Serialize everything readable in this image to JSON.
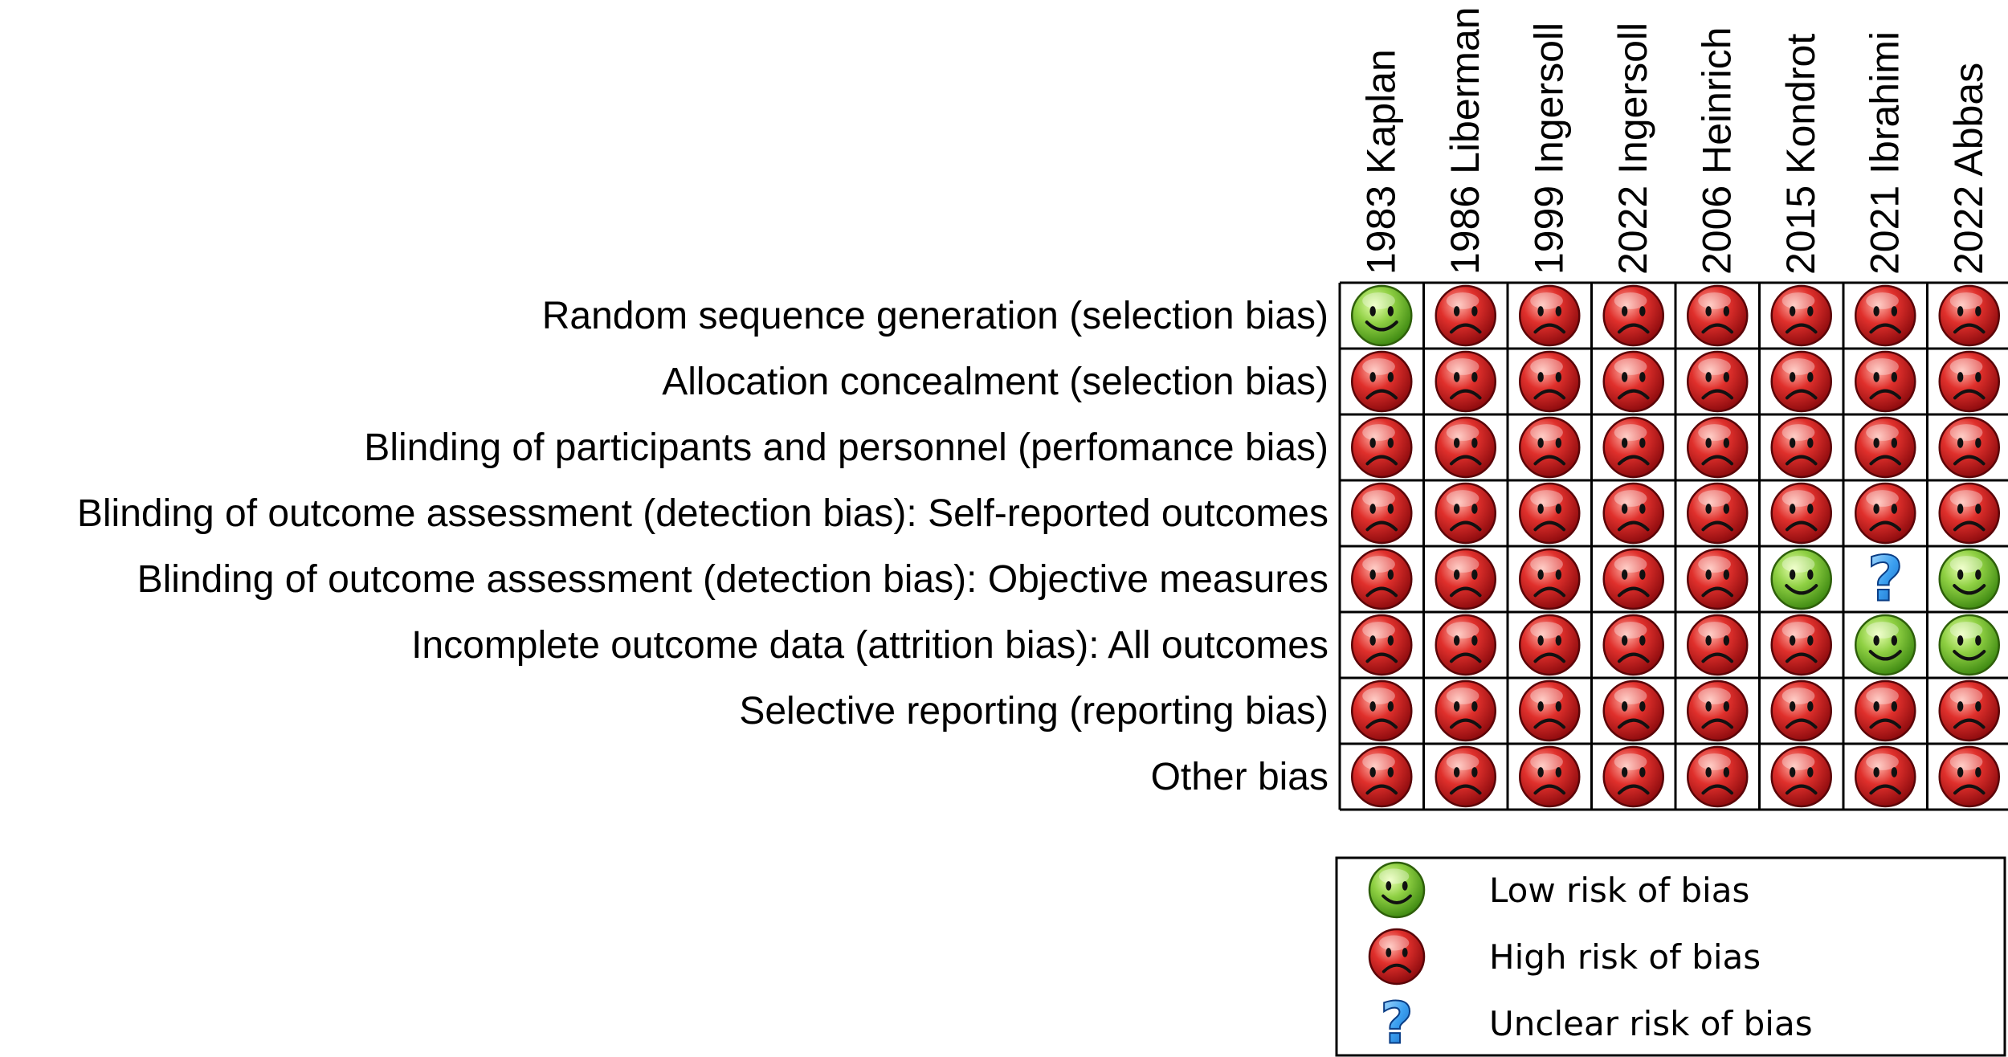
{
  "chart_data": {
    "type": "table",
    "columns": [
      "1983 Kaplan",
      "1986 Liberman",
      "1999 Ingersoll",
      "2022 Ingersoll",
      "2006 Heinrich",
      "2015 Kondrot",
      "2021 Ibrahimi",
      "2022 Abbas"
    ],
    "rows": [
      {
        "label": "Random sequence generation (selection bias)",
        "values": [
          "low",
          "high",
          "high",
          "high",
          "high",
          "high",
          "high",
          "high"
        ]
      },
      {
        "label": "Allocation concealment (selection bias)",
        "values": [
          "high",
          "high",
          "high",
          "high",
          "high",
          "high",
          "high",
          "high"
        ]
      },
      {
        "label": "Blinding of participants and personnel (perfomance bias)",
        "values": [
          "high",
          "high",
          "high",
          "high",
          "high",
          "high",
          "high",
          "high"
        ]
      },
      {
        "label": "Blinding of outcome assessment (detection bias): Self-reported outcomes",
        "values": [
          "high",
          "high",
          "high",
          "high",
          "high",
          "high",
          "high",
          "high"
        ]
      },
      {
        "label": "Blinding of outcome assessment (detection bias): Objective measures",
        "values": [
          "high",
          "high",
          "high",
          "high",
          "high",
          "low",
          "unclear",
          "low"
        ]
      },
      {
        "label": "Incomplete outcome data (attrition bias): All outcomes",
        "values": [
          "high",
          "high",
          "high",
          "high",
          "high",
          "high",
          "low",
          "low"
        ]
      },
      {
        "label": "Selective reporting (reporting bias)",
        "values": [
          "high",
          "high",
          "high",
          "high",
          "high",
          "high",
          "high",
          "high"
        ]
      },
      {
        "label": "Other bias",
        "values": [
          "high",
          "high",
          "high",
          "high",
          "high",
          "high",
          "high",
          "high"
        ]
      }
    ],
    "legend": [
      {
        "key": "low",
        "label": "Low risk of bias"
      },
      {
        "key": "high",
        "label": "High risk of bias"
      },
      {
        "key": "unclear",
        "label": "Unclear risk of bias"
      }
    ],
    "legend_position": "bottom-right"
  },
  "colors": {
    "low": "#7cc13a",
    "high": "#d9262b",
    "unclear": "#2a8fe0",
    "grid": "#000000"
  },
  "icons": {
    "low": "smiley-face-icon",
    "high": "frowning-face-icon",
    "unclear": "question-mark-icon"
  }
}
